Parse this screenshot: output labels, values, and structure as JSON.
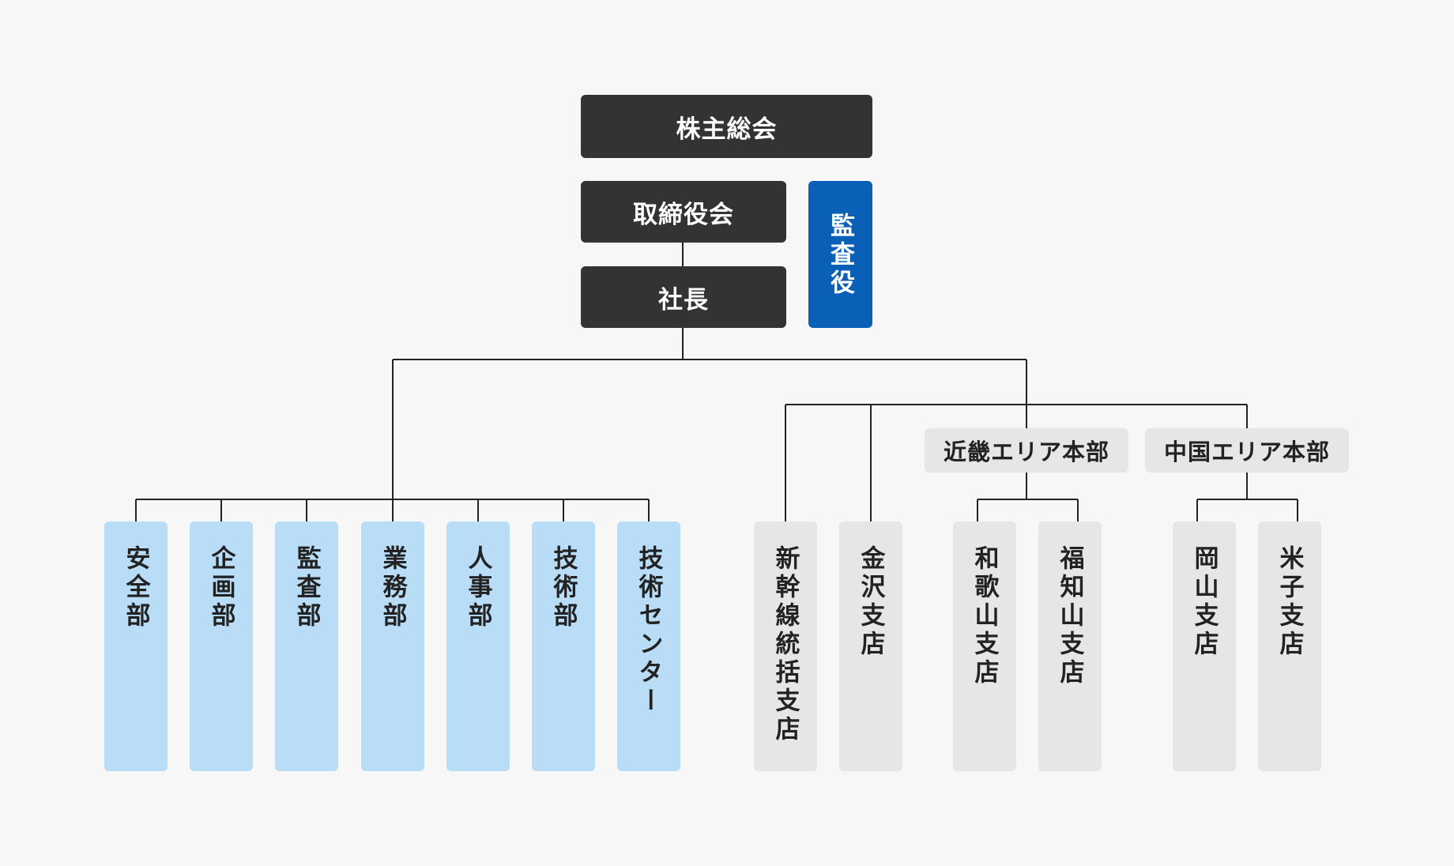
{
  "colors": {
    "dark": "#333333",
    "audit": "#0a5fb6",
    "department": "#b9dcf7",
    "branch": "#e6e6e6",
    "line": "#222222",
    "background": "#f7f7f7"
  },
  "top": {
    "shareholders": "株主総会",
    "board": "取締役会",
    "president": "社長",
    "auditor": "監査役"
  },
  "departments": [
    "安全部",
    "企画部",
    "監査部",
    "業務部",
    "人事部",
    "技術部",
    "技術センター"
  ],
  "branches": [
    "新幹線統括支店",
    "金沢支店"
  ],
  "areas": [
    {
      "name": "近畿エリア本部",
      "branches": [
        "和歌山支店",
        "福知山支店"
      ]
    },
    {
      "name": "中国エリア本部",
      "branches": [
        "岡山支店",
        "米子支店"
      ]
    }
  ]
}
